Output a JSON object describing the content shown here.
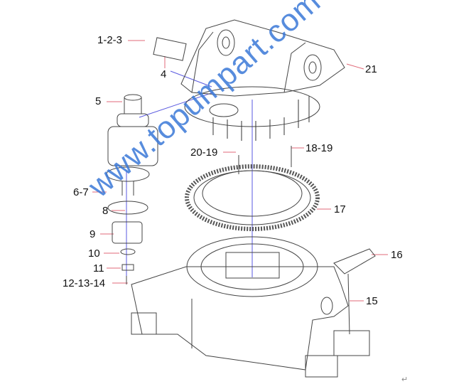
{
  "diagram": {
    "labels": {
      "p1_2_3": "1-2-3",
      "p4": "4",
      "p5": "5",
      "p6_7": "6-7",
      "p8": "8",
      "p9": "9",
      "p10": "10",
      "p11": "11",
      "p12_13_14": "12-13-14",
      "p15": "15",
      "p16": "16",
      "p17": "17",
      "p18_19": "18-19",
      "p20_19": "20-19",
      "p21": "21"
    },
    "watermark": "www.topumpart.com",
    "return_mark": "↵",
    "colors": {
      "leader": "#e06a78",
      "axis": "#5a5ae0",
      "watermark": "#3a78d8",
      "line": "#444444"
    }
  }
}
